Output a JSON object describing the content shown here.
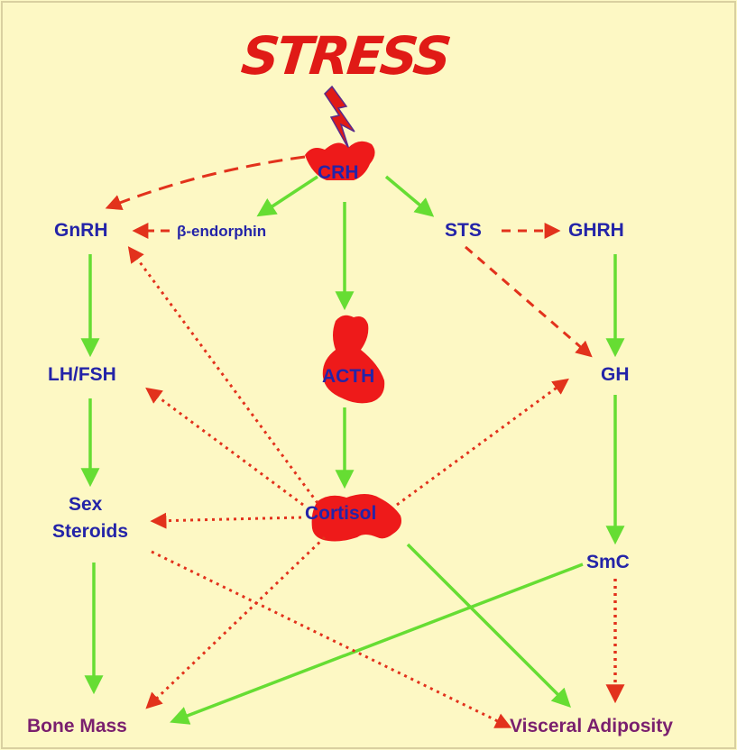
{
  "title": "STRESS",
  "nodes": {
    "crh": "CRH",
    "gnrh": "GnRH",
    "beta_endorphin": "β-endorphin",
    "sts": "STS",
    "ghrh": "GHRH",
    "acth": "ACTH",
    "lh_fsh": "LH/FSH",
    "gh": "GH",
    "sex_steroids_line1": "Sex",
    "sex_steroids_line2": "Steroids",
    "cortisol": "Cortisol",
    "smc": "SmC",
    "bone_mass": "Bone Mass",
    "visceral_adiposity": "Visceral Adiposity"
  },
  "legend_colors": {
    "stimulation": "#66dd33",
    "inhibition": "#e2321c",
    "organ": "#ee1a1a",
    "node_text": "#2424a8",
    "outcome_text": "#7a1f6e",
    "background": "#fdf8c4"
  },
  "edges": [
    {
      "from": "crh",
      "to": "gnrh",
      "style": "red-dashed"
    },
    {
      "from": "crh",
      "to": "beta_endorphin",
      "style": "green-solid"
    },
    {
      "from": "crh",
      "to": "acth",
      "style": "green-solid"
    },
    {
      "from": "crh",
      "to": "sts",
      "style": "green-solid"
    },
    {
      "from": "beta_endorphin",
      "to": "gnrh",
      "style": "red-dashed"
    },
    {
      "from": "sts",
      "to": "ghrh",
      "style": "red-dashed"
    },
    {
      "from": "sts",
      "to": "gh",
      "style": "red-dashed"
    },
    {
      "from": "gnrh",
      "to": "lh_fsh",
      "style": "green-solid"
    },
    {
      "from": "ghrh",
      "to": "gh",
      "style": "green-solid"
    },
    {
      "from": "acth",
      "to": "cortisol",
      "style": "green-solid"
    },
    {
      "from": "lh_fsh",
      "to": "sex_steroids",
      "style": "green-solid"
    },
    {
      "from": "gh",
      "to": "smc",
      "style": "green-solid"
    },
    {
      "from": "cortisol",
      "to": "gnrh",
      "style": "red-dotted"
    },
    {
      "from": "cortisol",
      "to": "lh_fsh",
      "style": "red-dotted"
    },
    {
      "from": "cortisol",
      "to": "sex_steroids",
      "style": "red-dotted"
    },
    {
      "from": "cortisol",
      "to": "gh",
      "style": "red-dotted"
    },
    {
      "from": "cortisol",
      "to": "bone_mass",
      "style": "red-dotted"
    },
    {
      "from": "cortisol",
      "to": "visceral_adiposity",
      "style": "green-solid"
    },
    {
      "from": "sex_steroids",
      "to": "bone_mass",
      "style": "green-solid"
    },
    {
      "from": "sex_steroids",
      "to": "visceral_adiposity",
      "style": "red-dotted"
    },
    {
      "from": "smc",
      "to": "bone_mass",
      "style": "green-solid"
    },
    {
      "from": "smc",
      "to": "visceral_adiposity",
      "style": "red-dotted"
    }
  ]
}
